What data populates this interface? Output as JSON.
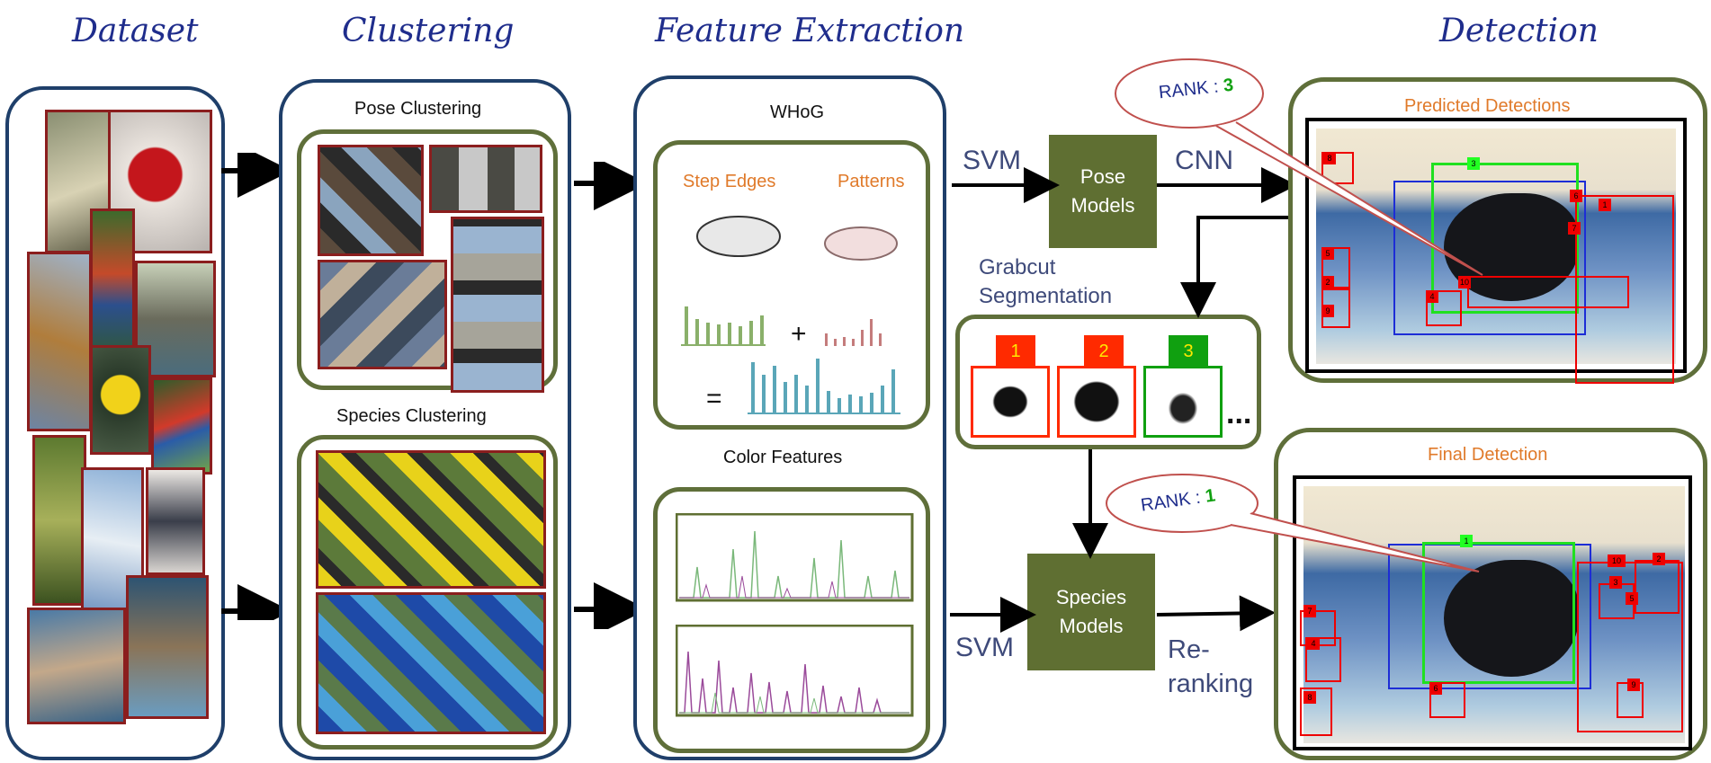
{
  "headings": {
    "dataset": "Dataset",
    "clustering": "Clustering",
    "feature_extraction": "Feature Extraction",
    "detection": "Detection"
  },
  "clustering": {
    "pose": "Pose Clustering",
    "species": "Species Clustering"
  },
  "features": {
    "whog": "WHoG",
    "step_edges": "Step Edges",
    "patterns": "Patterns",
    "plus": "+",
    "equals": "=",
    "color": "Color Features"
  },
  "flow": {
    "svm_top": "SVM",
    "svm_bottom": "SVM",
    "cnn": "CNN",
    "reranking": "Re-\nranking",
    "grabcut": "Grabcut\nSegmentation",
    "ellipsis": "..."
  },
  "models": {
    "pose": "Pose\nModels",
    "species": "Species\nModels"
  },
  "segments": [
    "1",
    "2",
    "3"
  ],
  "detection": {
    "predicted_title": "Predicted Detections",
    "final_title": "Final Detection",
    "rank_top_label": "RANK : ",
    "rank_top_value": "3",
    "rank_bottom_label": "RANK : ",
    "rank_bottom_value": "1",
    "predicted_tags": [
      "3",
      "8",
      "6",
      "1",
      "7",
      "5",
      "2",
      "9",
      "10",
      "4"
    ],
    "final_tags": [
      "1",
      "10",
      "2",
      "3",
      "5",
      "7",
      "4",
      "6",
      "9",
      "8"
    ]
  },
  "colors": {
    "heading": "#1f2d8c",
    "panel_border": "#1f3f6a",
    "olive": "#5f6f32",
    "accent_orange": "#e07a2a",
    "photo_border": "#8b1e1e"
  }
}
